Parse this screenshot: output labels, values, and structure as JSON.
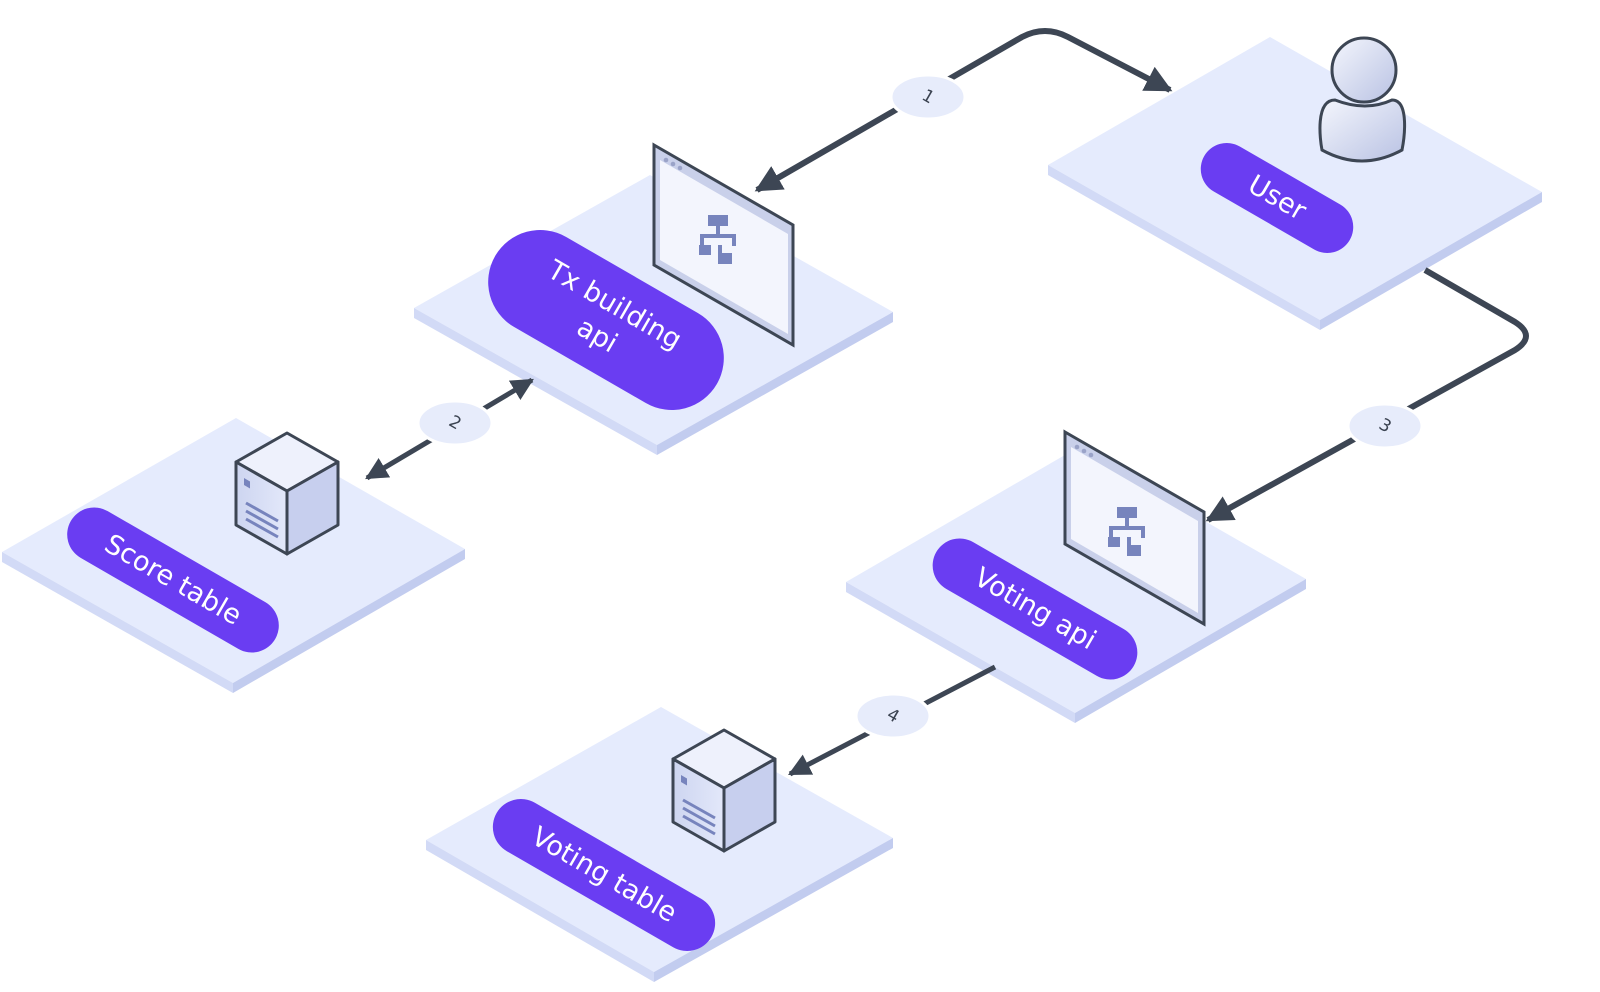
{
  "nodes": {
    "user": {
      "label": "User"
    },
    "tx_api": {
      "label_line1": "Tx building",
      "label_line2": "api"
    },
    "voting_api": {
      "label": "Voting api"
    },
    "score_table": {
      "label": "Score table"
    },
    "voting_table": {
      "label": "Voting table"
    }
  },
  "steps": {
    "s1": "1",
    "s2": "2",
    "s3": "3",
    "s4": "4"
  },
  "colors": {
    "platform_top": "#e5ebfd",
    "platform_side": "#c6d0f2",
    "pill": "#6a3df2",
    "arrow": "#3d4654",
    "badge": "#e7ecfb",
    "icon_fill": "#7784bd"
  },
  "icons": {
    "user": "user-figure-icon",
    "tx_api": "browser-window-sitemap-icon",
    "voting_api": "browser-window-sitemap-icon",
    "score_table": "server-box-icon",
    "voting_table": "server-box-icon"
  }
}
